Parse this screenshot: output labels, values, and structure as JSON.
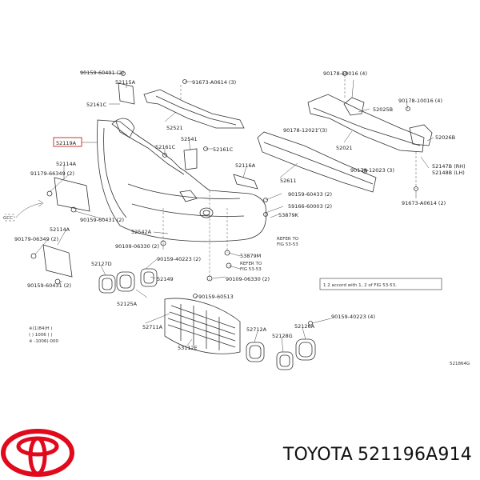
{
  "labels": {
    "p90159_60491": "90159-60491 (2)",
    "p52115A": "52115A",
    "p91673_A0614_top": "91673-A0614 (3)",
    "p52161C_a": "52161C",
    "p52521": "52521",
    "p52119A": "52119A",
    "p52541": "52541",
    "p52161C_b": "52161C",
    "p52161C_c": "52161C",
    "p52114A_a": "52114A",
    "p91179_66349": "91179-66349 (2)",
    "p52116A": "52116A",
    "p90159_60431": "90159-60431 (2)",
    "p52114A_b": "52114A",
    "p90179_06349": "90179-06349 (2)",
    "p90159_60431_b": "90159-60431 (2)",
    "p52542A": "52542A",
    "p90109_06330_a": "90109-06330 (2)",
    "p52127D": "52127D",
    "p90159_40223": "90159-40223 (2)",
    "p52149": "52149",
    "p52125A": "52125A",
    "p52711A": "52711A",
    "p53112E": "53112E",
    "p90159_60513": "90159-60513",
    "p90178_10016_a": "90178-10016 (4)",
    "p52025B": "52025B",
    "p90178_10016_b": "90178-10016 (4)",
    "p90178_12021": "90178-12021 (3)",
    "p52021": "52021",
    "p52026B": "52026B",
    "p52611": "52611",
    "p90178_12023": "90178-12023 (3)",
    "p52147B": "52147B (RH)",
    "p52148B": "52148B (LH)",
    "p90159_60433": "90159-60433 (2)",
    "p91673_A0614_b": "91673-A0614 (2)",
    "p59166_60003": "59166-60003 (2)",
    "p53879K": "53879K",
    "refer1": "REFER TO",
    "refer1b": "FIG 53-53",
    "p53879M": "53879M",
    "refer2": "REFER TO",
    "refer2b": "FIG 53-53",
    "p90109_06330_b": "90109-06330 (2)",
    "p52712A": "52712A",
    "p52128G": "52128G",
    "p52126A": "52126A",
    "p90159_40223_b": "90159-40223 (4)",
    "note": "1  2  accord with 1, 2 of FIG 53-53.",
    "legend1": "※(1)84(H )",
    "legend2": "  ( ) 1006 ( )",
    "legend3": "※ -1006(-000",
    "gcc": "GCC",
    "figcode": "521864G"
  },
  "footer": {
    "brand": "TOYOTA",
    "part_number": "521196A914"
  },
  "colors": {
    "logo": "#e1091b",
    "line": "#333333",
    "highlight": "#cc2222"
  },
  "icons": {
    "brand_logo": "toyota-logo-icon"
  }
}
